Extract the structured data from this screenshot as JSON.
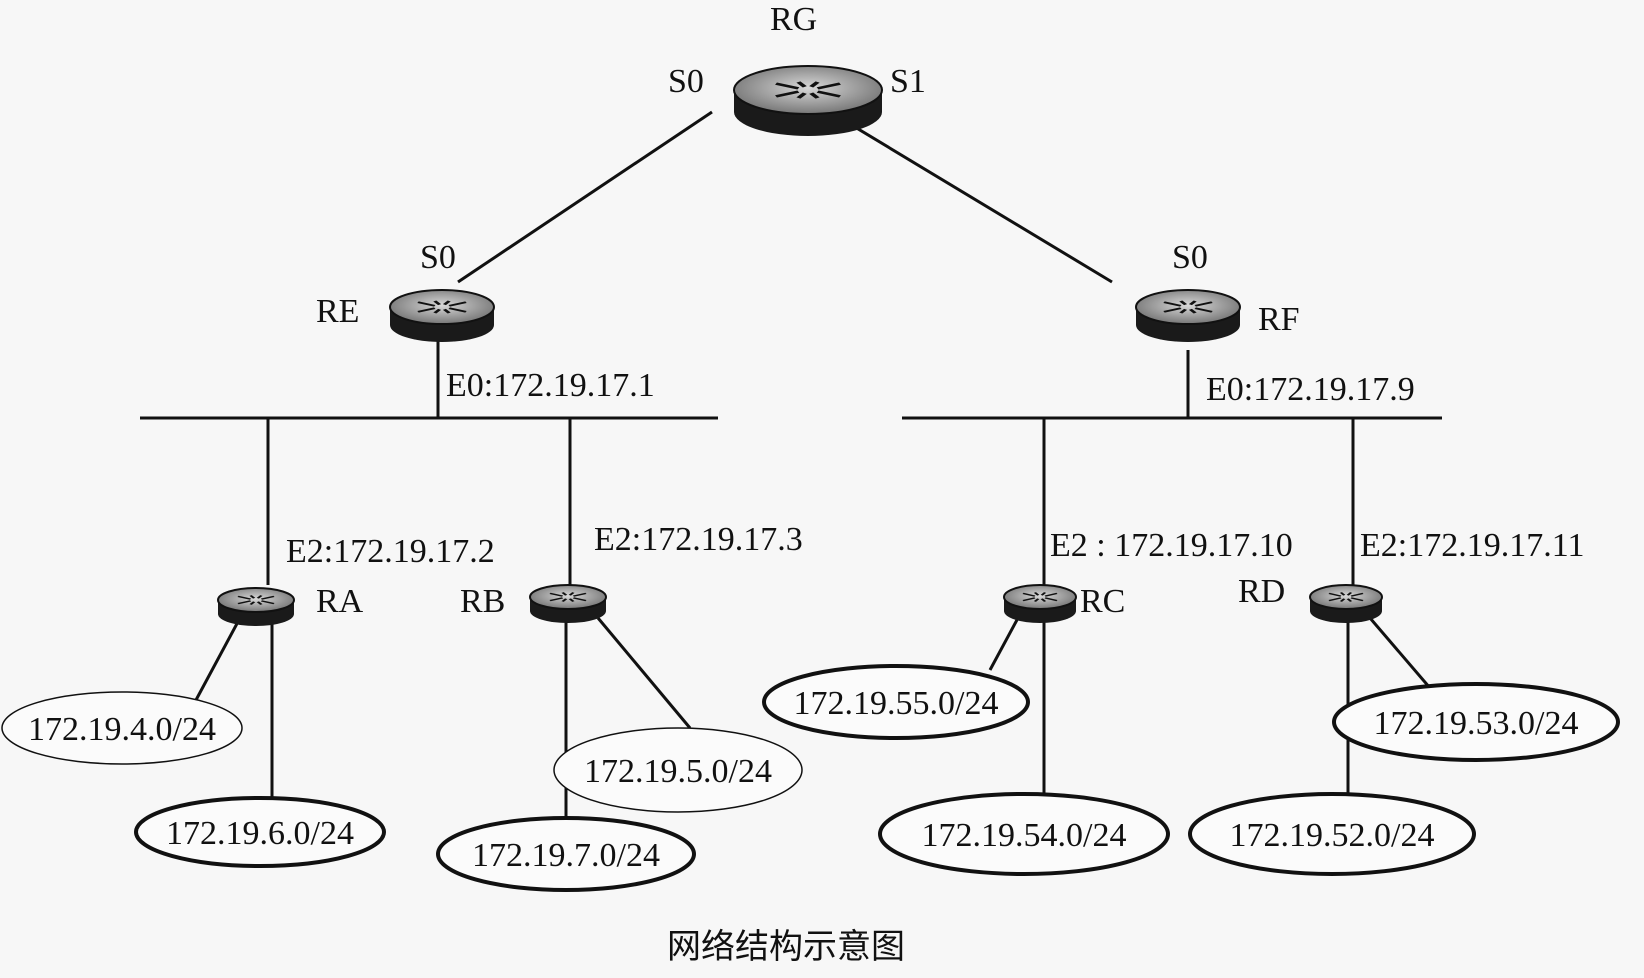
{
  "routers": {
    "rg": {
      "name": "RG",
      "port_left": "S0",
      "port_right": "S1"
    },
    "re": {
      "name": "RE",
      "port": "S0",
      "iface": "E0:172.19.17.1"
    },
    "rf": {
      "name": "RF",
      "port": "S0",
      "iface": "E0:172.19.17.9"
    },
    "ra": {
      "name": "RA",
      "iface": "E2:172.19.17.2"
    },
    "rb": {
      "name": "RB",
      "iface": "E2:172.19.17.3"
    },
    "rc": {
      "name": "RC",
      "iface": "E2 : 172.19.17.10"
    },
    "rd": {
      "name": "RD",
      "iface": "E2:172.19.17.11"
    }
  },
  "networks": {
    "n4": "172.19.4.0/24",
    "n6": "172.19.6.0/24",
    "n5": "172.19.5.0/24",
    "n7": "172.19.7.0/24",
    "n55": "172.19.55.0/24",
    "n54": "172.19.54.0/24",
    "n53": "172.19.53.0/24",
    "n52": "172.19.52.0/24"
  },
  "caption": "网络结构示意图",
  "colors": {
    "router_body": "#1a1a1a",
    "router_top": "#9a9a9a",
    "line": "#111111"
  }
}
